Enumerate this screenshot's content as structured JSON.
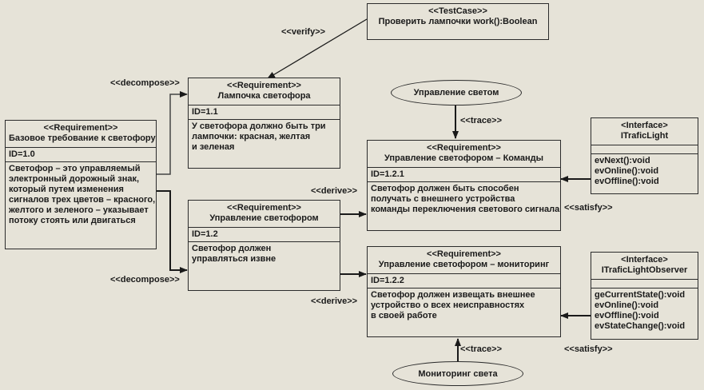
{
  "diagram": {
    "test_case": {
      "stereotype": "<<TestCase>>",
      "name": "Проверить лампочки work():Boolean"
    },
    "requirements": [
      {
        "id_key": "req-1-0",
        "stereotype": "<<Requirement>>",
        "name": "Базовое требование к светофору",
        "id": "ID=1.0",
        "text": [
          "Светофор – это управляемый",
          "электронный дорожный знак,",
          "который путем изменения",
          "сигналов трех цветов – красного,",
          "желтого и зеленого – указывает",
          "потоку стоять или двигаться"
        ]
      },
      {
        "id_key": "req-1-1",
        "stereotype": "<<Requirement>>",
        "name": "Лампочка светофора",
        "id": "ID=1.1",
        "text": [
          "У светофора должно быть три",
          "лампочки: красная, желтая",
          "и зеленая"
        ]
      },
      {
        "id_key": "req-1-2",
        "stereotype": "<<Requirement>>",
        "name": "Управление светофором",
        "id": "ID=1.2",
        "text": [
          "Светофор должен",
          "управляться извне"
        ]
      },
      {
        "id_key": "req-1-2-1",
        "stereotype": "<<Requirement>>",
        "name": "Управление светофором – Команды",
        "id": "ID=1.2.1",
        "text": [
          "Светофор должен быть способен",
          "получать с внешнего устройства",
          "команды переключения светового сигнала"
        ]
      },
      {
        "id_key": "req-1-2-2",
        "stereotype": "<<Requirement>>",
        "name": "Управление светофором – мониторинг",
        "id": "ID=1.2.2",
        "text": [
          "Светофор должен извещать внешнее",
          "устройство о всех неисправностях",
          "в своей работе"
        ]
      }
    ],
    "interfaces": [
      {
        "stereotype": "<Interface>",
        "name": "ITraficLight",
        "methods": [
          "evNext():void",
          "evOnline():void",
          "evOffline():void"
        ]
      },
      {
        "stereotype": "<Interface>",
        "name": "ITraficLightObserver",
        "methods": [
          "geCurrentState():void",
          "evOnline():void",
          "evOffline():void",
          "evStateChange():void"
        ]
      }
    ],
    "use_cases": [
      "Управление светом",
      "Мониторинг света"
    ],
    "relations": {
      "verify": "<<verify>>",
      "decompose_top": "<<decompose>>",
      "decompose_bottom": "<<decompose>>",
      "derive_top": "<<derive>>",
      "derive_bottom": "<<derive>>",
      "trace_top": "<<trace>>",
      "trace_bottom": "<<trace>>",
      "satisfy_top": "<<satisfy>>",
      "satisfy_bottom": "<<satisfy>>"
    },
    "colors": {
      "background": "#e6e3d8",
      "line": "#2b2b2b"
    }
  }
}
